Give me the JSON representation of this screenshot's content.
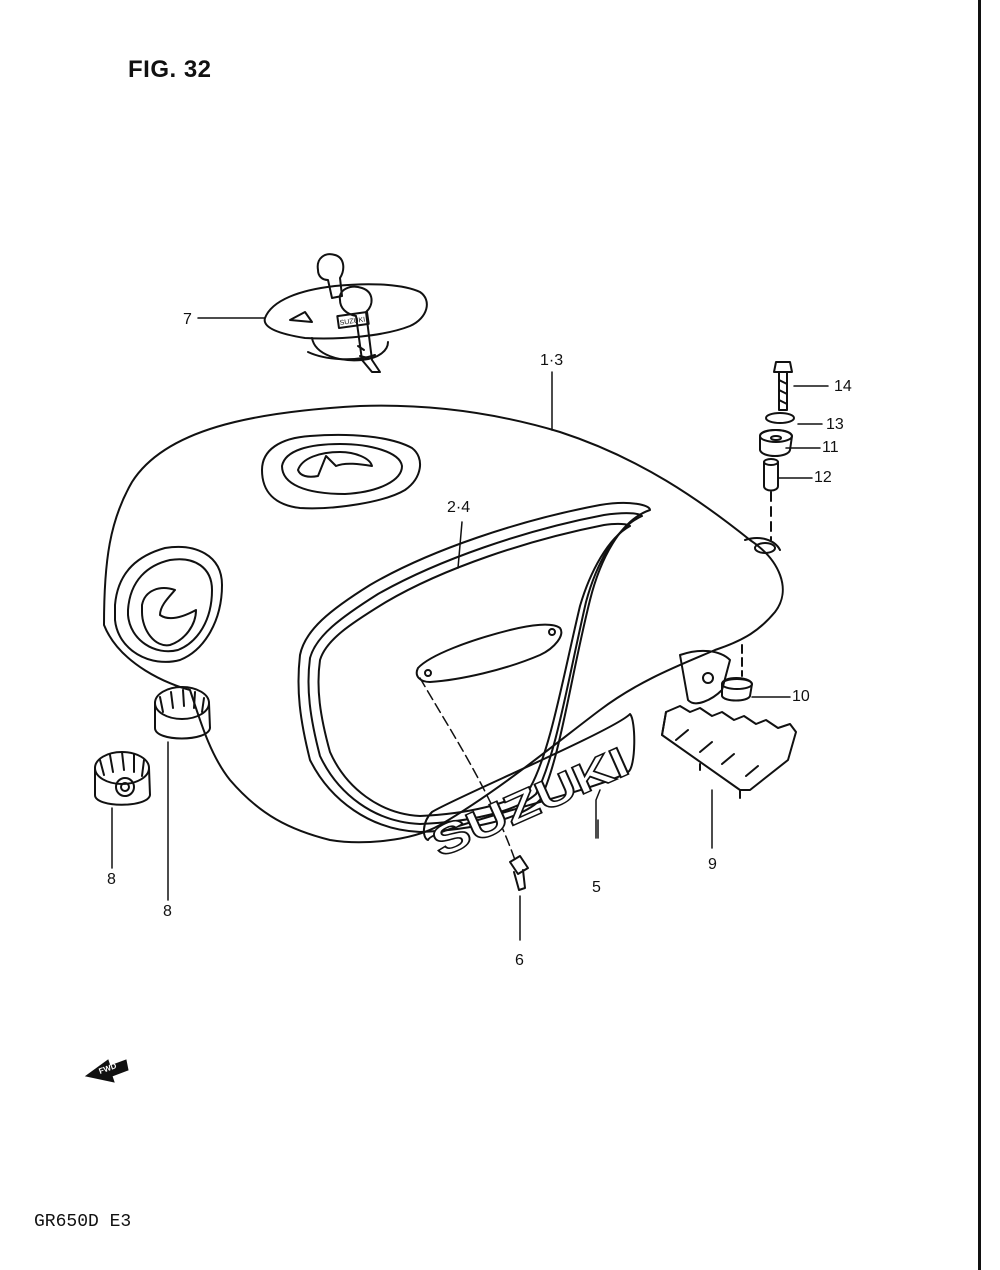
{
  "figure": {
    "title": "FIG. 32",
    "model": "GR650D E3"
  },
  "emblem": {
    "text": "SUZUKI"
  },
  "fwd_arrow": {
    "text": "FWD"
  },
  "callouts": {
    "c1_3": "1·3",
    "c2_4": "2·4",
    "c5": "5",
    "c6": "6",
    "c7": "7",
    "c8a": "8",
    "c8b": "8",
    "c9": "9",
    "c10": "10",
    "c11": "11",
    "c12": "12",
    "c13": "13",
    "c14": "14"
  },
  "key_tag": {
    "text": "SUZUKI"
  }
}
